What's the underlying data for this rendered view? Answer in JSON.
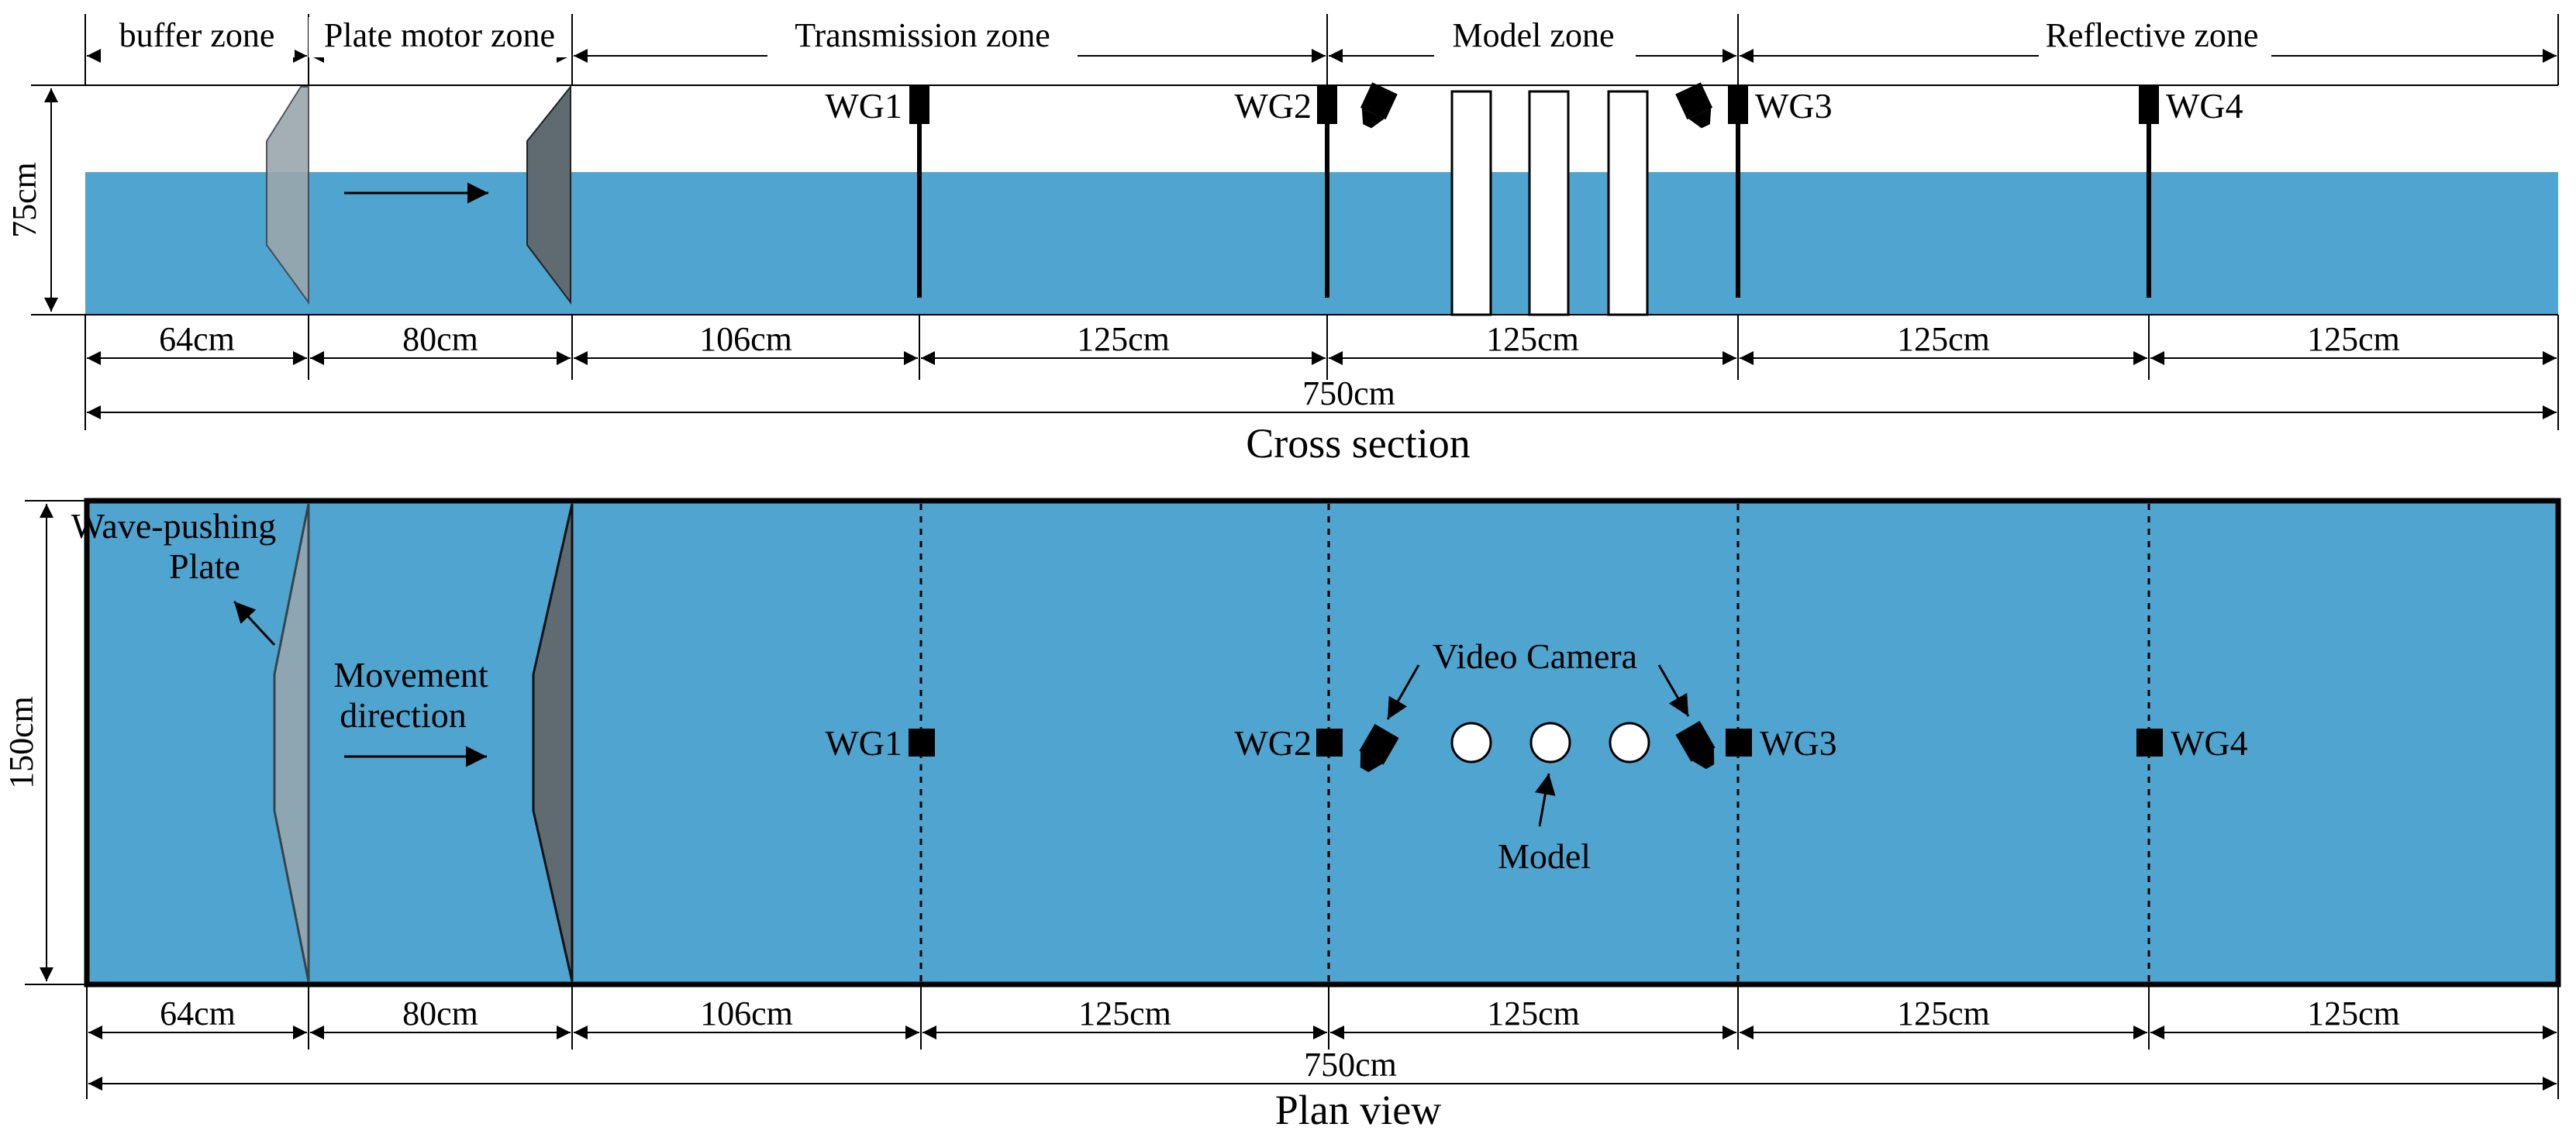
{
  "colors": {
    "water": "#4fa5cf",
    "plate_light": "#9aa7ad",
    "plate_dark": "#5f6b70",
    "ink": "#000000",
    "model": "#ffffff"
  },
  "cross_section": {
    "title": "Cross section",
    "zones": [
      {
        "id": "buffer",
        "label": "buffer zone"
      },
      {
        "id": "plate",
        "label": "Plate motor zone"
      },
      {
        "id": "transmission",
        "label": "Transmission zone"
      },
      {
        "id": "model",
        "label": "Model zone"
      },
      {
        "id": "reflective",
        "label": "Reflective zone"
      }
    ],
    "height_label": "75cm",
    "segments": [
      "64cm",
      "80cm",
      "106cm",
      "125cm",
      "125cm",
      "125cm",
      "125cm"
    ],
    "total_label": "750cm",
    "gauges": [
      "WG1",
      "WG2",
      "WG3",
      "WG4"
    ]
  },
  "plan_view": {
    "title": "Plan view",
    "width_label": "150cm",
    "segments": [
      "64cm",
      "80cm",
      "106cm",
      "125cm",
      "125cm",
      "125cm",
      "125cm"
    ],
    "total_label": "750cm",
    "gauges": [
      "WG1",
      "WG2",
      "WG3",
      "WG4"
    ],
    "plate_label_line1": "Wave-pushing",
    "plate_label_line2": "Plate",
    "movement_line1": "Movement",
    "movement_line2": "direction",
    "camera_label": "Video Camera",
    "model_label": "Model"
  }
}
